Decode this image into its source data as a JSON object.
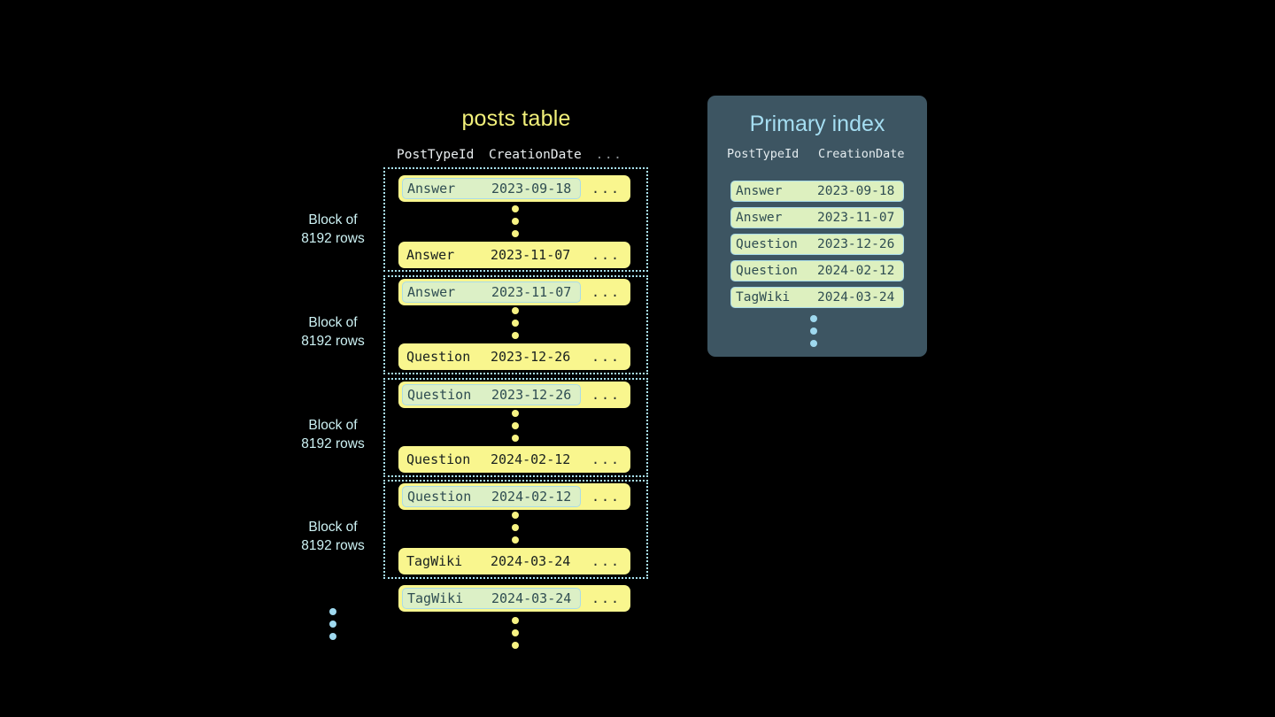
{
  "posts_table": {
    "title": "posts table",
    "columns": {
      "type": "PostTypeId",
      "date": "CreationDate",
      "more": "..."
    },
    "blocks": [
      {
        "label_line1": "Block of",
        "label_line2": "8192 rows",
        "first_row": {
          "type": "Answer",
          "date": "2023-09-18",
          "more": "...",
          "highlighted": true
        },
        "last_row": {
          "type": "Answer",
          "date": "2023-11-07",
          "more": "...",
          "highlighted": false
        }
      },
      {
        "label_line1": "Block of",
        "label_line2": "8192 rows",
        "first_row": {
          "type": "Answer",
          "date": "2023-11-07",
          "more": "...",
          "highlighted": true
        },
        "last_row": {
          "type": "Question",
          "date": "2023-12-26",
          "more": "...",
          "highlighted": false
        }
      },
      {
        "label_line1": "Block of",
        "label_line2": "8192 rows",
        "first_row": {
          "type": "Question",
          "date": "2023-12-26",
          "more": "...",
          "highlighted": true
        },
        "last_row": {
          "type": "Question",
          "date": "2024-02-12",
          "more": "...",
          "highlighted": false
        }
      },
      {
        "label_line1": "Block of",
        "label_line2": "8192 rows",
        "first_row": {
          "type": "Question",
          "date": "2024-02-12",
          "more": "...",
          "highlighted": true
        },
        "last_row": {
          "type": "TagWiki",
          "date": "2024-03-24",
          "more": "...",
          "highlighted": false
        }
      }
    ],
    "trailing_row": {
      "type": "TagWiki",
      "date": "2024-03-24",
      "more": "...",
      "highlighted": true
    }
  },
  "primary_index": {
    "title": "Primary index",
    "columns": {
      "type": "PostTypeId",
      "date": "CreationDate"
    },
    "rows": [
      {
        "type": "Answer",
        "date": "2023-09-18"
      },
      {
        "type": "Answer",
        "date": "2023-11-07"
      },
      {
        "type": "Question",
        "date": "2023-12-26"
      },
      {
        "type": "Question",
        "date": "2024-02-12"
      },
      {
        "type": "TagWiki",
        "date": "2024-03-24"
      }
    ]
  },
  "colors": {
    "background": "#000000",
    "row_yellow": "#f9f68e",
    "highlight_green": "#dcf0c6",
    "highlight_border": "#a9dbe8",
    "block_border": "#a9e2f0",
    "panel_slate": "#3d5562",
    "title_yellow": "#f2f07a",
    "title_blue": "#a5def2",
    "dot_yellow": "#f7f383",
    "dot_blue": "#9fd9ef"
  }
}
